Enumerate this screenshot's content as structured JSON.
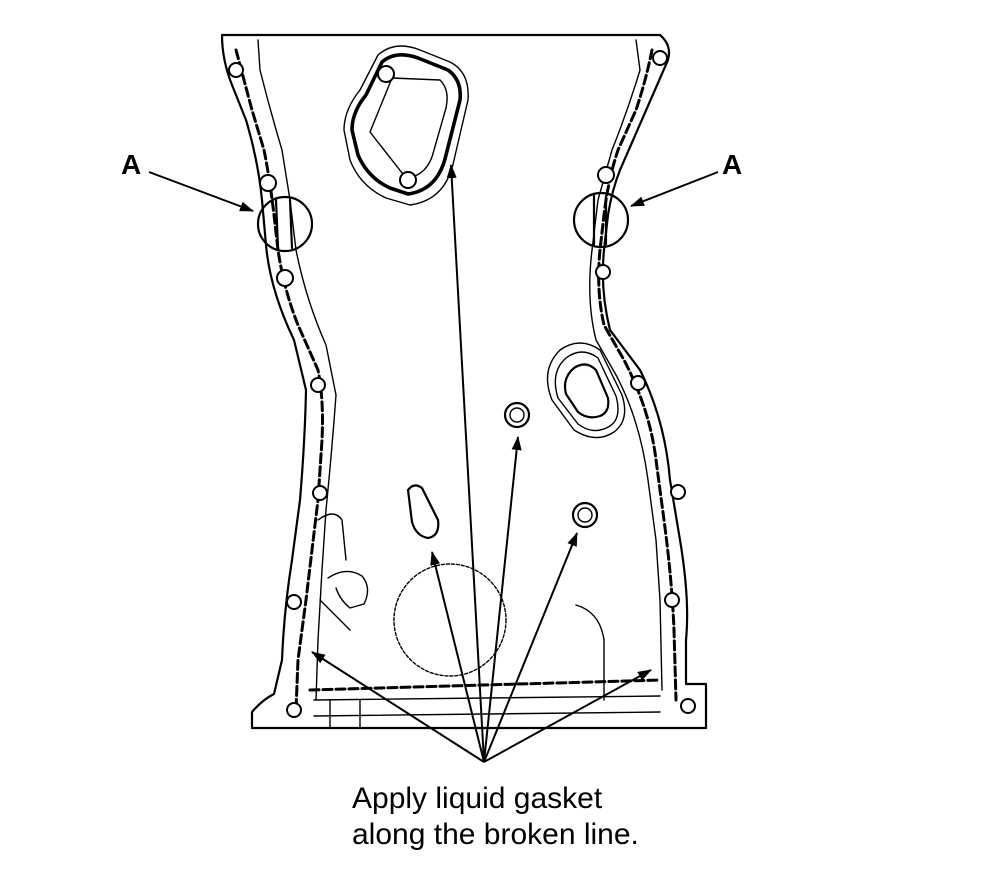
{
  "labels": {
    "left_marker": "A",
    "right_marker": "A"
  },
  "caption": {
    "line1": "Apply liquid gasket",
    "line2": "along the broken line."
  }
}
